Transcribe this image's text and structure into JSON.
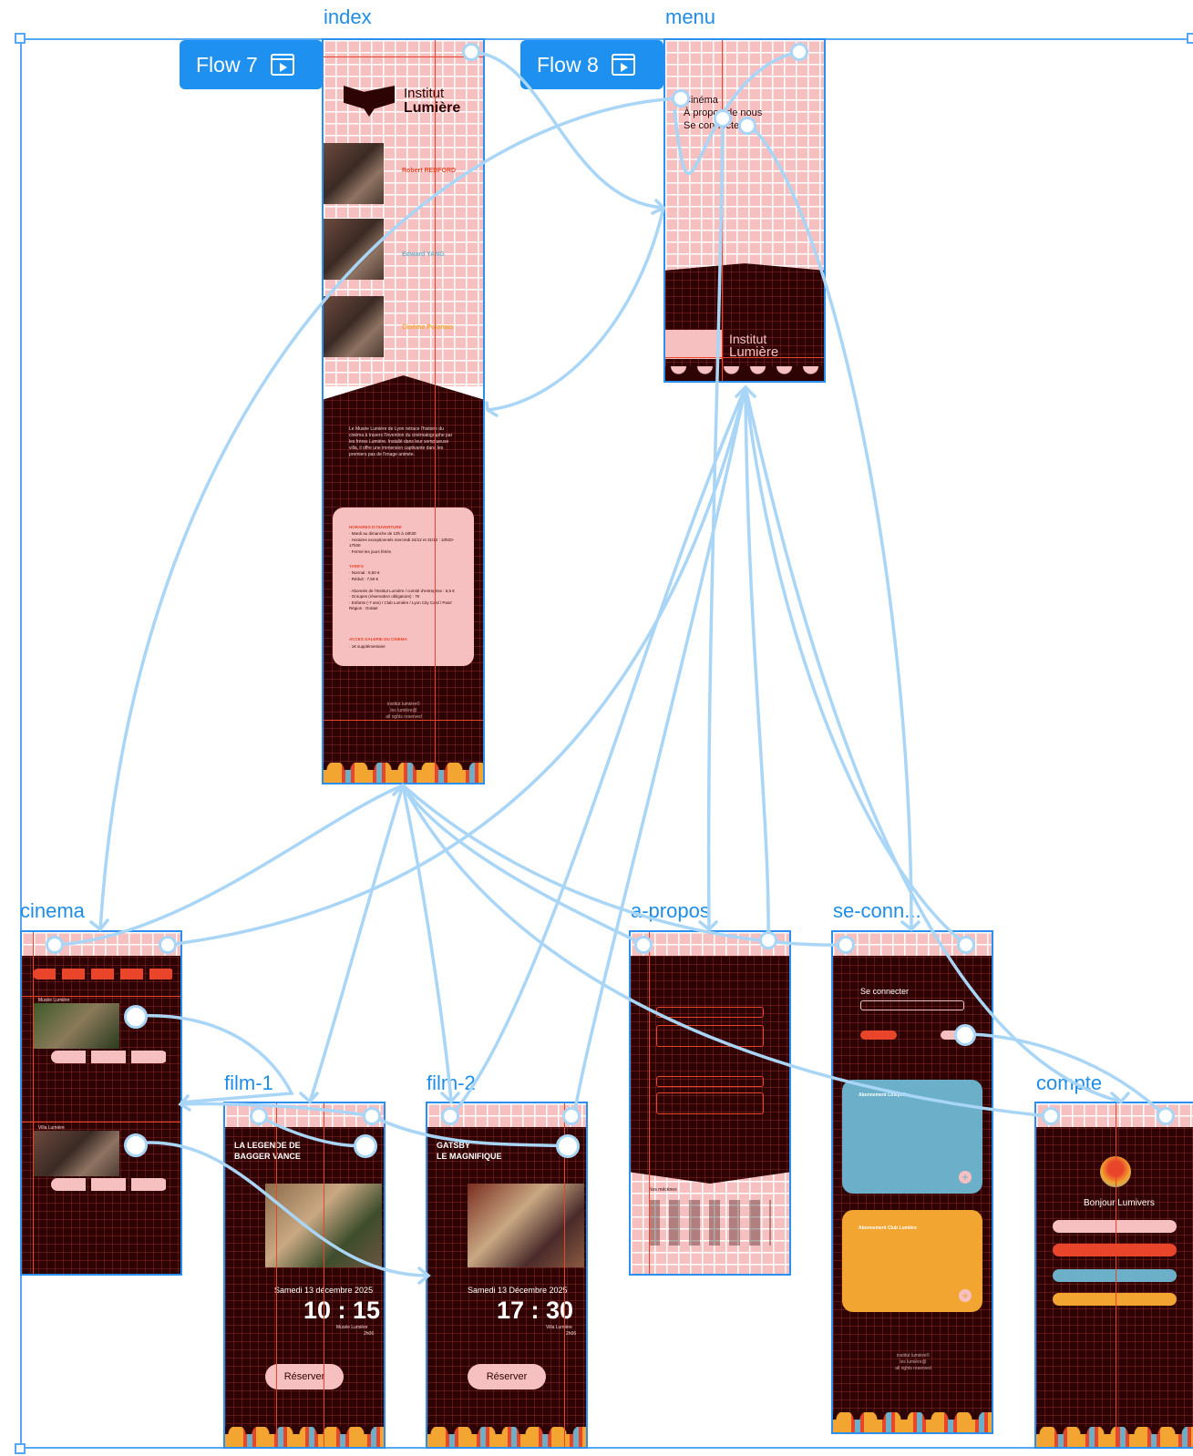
{
  "canvas": {
    "frames": {
      "index": "index",
      "menu": "menu",
      "cinema": "cinema",
      "film1": "film-1",
      "film2": "film-2",
      "apropos": "a-propos",
      "seconn": "se-conn...",
      "compte": "compte"
    },
    "flows": [
      {
        "label": "Flow 7"
      },
      {
        "label": "Flow 8"
      }
    ]
  },
  "index": {
    "logo_line1": "Institut",
    "logo_line2": "Lumière",
    "people": [
      {
        "name": "Robert REDFORD"
      },
      {
        "name": "Edward YANG"
      },
      {
        "name": "Cinéma Polonais"
      }
    ],
    "intro": "Le Musée Lumière de Lyon retrace l'histoire du cinéma à travers l'invention du cinématographe par les frères Lumière. Installé dans leur somptueuse villa, il offre une immersion captivante dans les premiers pas de l'image animée.",
    "hours_title": "HORAIRES D'OUVERTURE",
    "hours": "· Mardi au dimanche de 10h à 18h30\n· Horaires exceptionnels mercredi 24/12 et 31/12 : 10h00-17h00\n· Fermé les jours fériés",
    "tarifs_title": "TARIFS",
    "tarifs": "· Normal : 9,50 €\n· Réduit : 7,50 €\n\n· Abonnés de l'Institut Lumière / comité d'entreprise : 5,5 €\n· Groupes (réservation obligatoire) : 7€\n· Enfants (-7 ans) / Club Lumière / Lyon City Card / Pass' Région : Gratuit",
    "acces_title": "ACCES GALERIE DU CINEMA",
    "acces": "· 1€ supplémentaire",
    "footer": "institut lumière©\nles lumière@\nall rights reserved"
  },
  "menu": {
    "items": [
      "Cinéma",
      "À propos de nous",
      "Se connecter"
    ],
    "logo_line1": "Institut",
    "logo_line2": "Lumière"
  },
  "cinema": {
    "sections": [
      "Musée Lumière",
      "Villa Lumière"
    ]
  },
  "film1": {
    "title": "LA LEGENDE DE\nBAGGER VANCE",
    "date": "Samedi 13 décembre 2025",
    "time": "10 : 15",
    "place": "Musée Lumière",
    "duration": "2h06",
    "button": "Réserver"
  },
  "film2": {
    "title": "GATSBY\nLE MAGNIFIQUE",
    "date": "Samedi 13 Décembre 2025",
    "time": "17 : 30",
    "place": "Villa Lumière",
    "duration": "2h06",
    "button": "Réserver"
  },
  "apropos": {
    "partners": "Nos mécènes"
  },
  "seconn": {
    "title": "Se connecter",
    "card1_title": "Abonnement Cinéphile",
    "card2_title": "Abonnement Club Lumière",
    "footer": "institut lumière©\nles lumière@\nall rights reserved"
  },
  "compte": {
    "greeting": "Bonjour Lumivers"
  },
  "colors": {
    "accent": "#1e90f0",
    "connector": "#a9d5f7",
    "pink": "#f7c0c0",
    "dark": "#2e0303",
    "orange": "#e8452a",
    "yellow": "#f2a531",
    "blue": "#6bb0c8"
  }
}
